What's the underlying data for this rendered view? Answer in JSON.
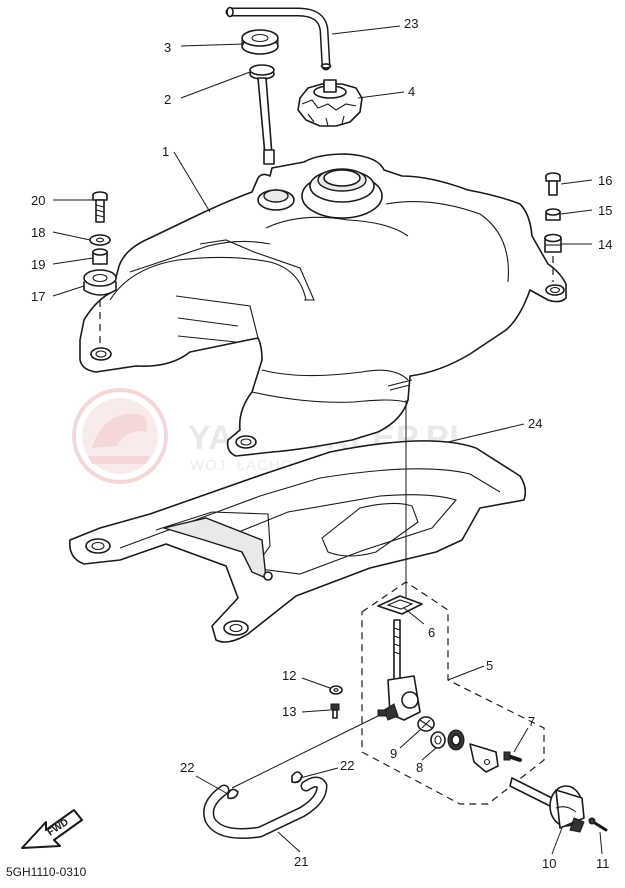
{
  "watermark": {
    "title": "YAMA-SKLEP.PL",
    "subtitle": "WOJ. ŁACHOWICZ | DEALER YAMAHA",
    "color": "#e8a7a7"
  },
  "diagram_code": "5GH1110-0310",
  "fwd_label": "FWD",
  "callouts": {
    "p1": "1",
    "p2": "2",
    "p3": "3",
    "p4": "4",
    "p5": "5",
    "p6": "6",
    "p7": "7",
    "p8": "8",
    "p9": "9",
    "p10": "10",
    "p11": "11",
    "p12": "12",
    "p13": "13",
    "p14": "14",
    "p15": "15",
    "p16": "16",
    "p17": "17",
    "p18": "18",
    "p19": "19",
    "p20": "20",
    "p21": "21",
    "p22a": "22",
    "p22b": "22",
    "p23": "23",
    "p24": "24"
  }
}
